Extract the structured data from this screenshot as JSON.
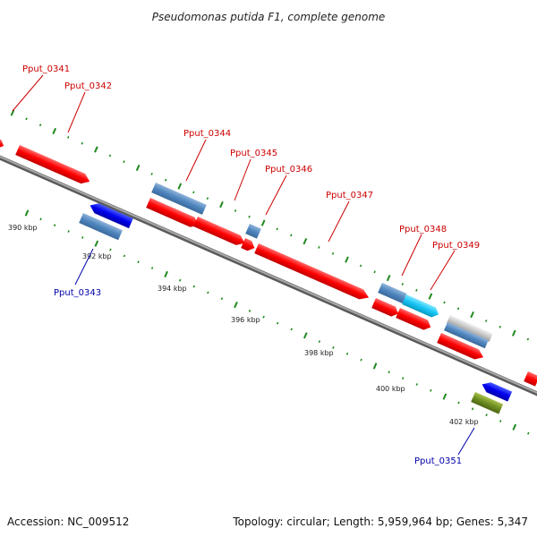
{
  "title": "Pseudomonas putida F1, complete genome",
  "accession": "Accession: NC_009512",
  "summary": "Topology: circular; Length: 5,959,964 bp; Genes: 5,347",
  "colors": {
    "forward_label": "#cc0000",
    "reverse_label": "#0000aa",
    "backbone": "#8a8a8a",
    "tick": "#1f8a1f"
  },
  "ticks": [
    "390 kbp",
    "392 kbp",
    "394 kbp",
    "396 kbp",
    "398 kbp",
    "400 kbp",
    "402 kbp"
  ],
  "gene_labels": [
    {
      "name": "Pput_0341",
      "strand": "forward"
    },
    {
      "name": "Pput_0342",
      "strand": "forward"
    },
    {
      "name": "Pput_0343",
      "strand": "reverse"
    },
    {
      "name": "Pput_0344",
      "strand": "forward"
    },
    {
      "name": "Pput_0345",
      "strand": "forward"
    },
    {
      "name": "Pput_0346",
      "strand": "forward"
    },
    {
      "name": "Pput_0347",
      "strand": "forward"
    },
    {
      "name": "Pput_0348",
      "strand": "forward"
    },
    {
      "name": "Pput_0349",
      "strand": "forward"
    },
    {
      "name": "Pput_0351",
      "strand": "reverse"
    }
  ]
}
